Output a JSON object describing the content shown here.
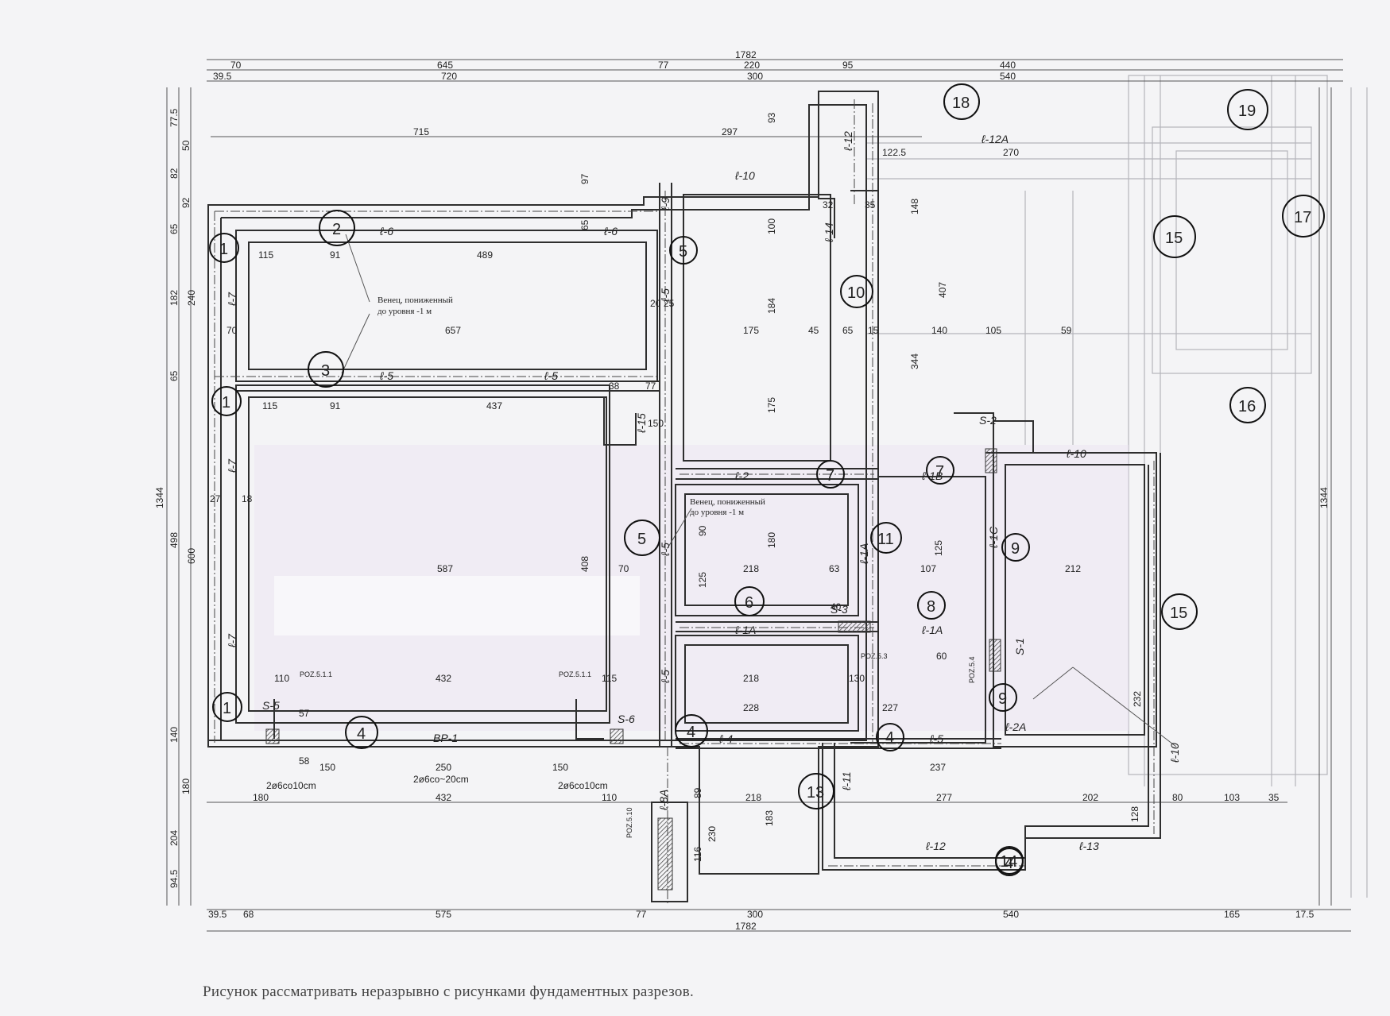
{
  "overall_dims": {
    "top_total": "1782",
    "bottom_total": "1782",
    "left_total": "1344",
    "right_total": "1344"
  },
  "top_row1": [
    "70",
    "645",
    "77",
    "220",
    "95",
    "440"
  ],
  "top_row2": [
    "39.5",
    "720",
    "300",
    "540"
  ],
  "top_row3": [
    "715",
    "297"
  ],
  "bottom_row1": [
    "180",
    "432",
    "110",
    "218",
    "277",
    "202",
    "103",
    "35"
  ],
  "bottom_row2": [
    "39.5",
    "68",
    "575",
    "77",
    "300",
    "540",
    "165",
    "17.5"
  ],
  "left_dims": [
    "77.5",
    "50",
    "82",
    "92",
    "65",
    "182",
    "65",
    "498",
    "140",
    "180",
    "204",
    "94.5"
  ],
  "inner_dims": {
    "r1": [
      "115",
      "91",
      "489"
    ],
    "r2": [
      "70",
      "657"
    ],
    "r3": [
      "115",
      "91",
      "437"
    ],
    "r4": [
      "587",
      "70"
    ],
    "r5": [
      "110",
      "432",
      "115"
    ],
    "r6": [
      "150",
      "250",
      "150"
    ],
    "rebar": [
      "2ø6co10cm",
      "2ø6co~20cm",
      "2ø6co10cm"
    ],
    "mid": [
      "175",
      "45",
      "65",
      "15",
      "218",
      "63",
      "218",
      "130",
      "228",
      "227",
      "107",
      "125",
      "237",
      "212",
      "232",
      "128",
      "80"
    ],
    "misc": [
      "240",
      "600",
      "408",
      "184",
      "175",
      "180",
      "125",
      "90",
      "100",
      "148",
      "407",
      "344",
      "122.5",
      "270",
      "140",
      "105",
      "59",
      "97",
      "93",
      "65",
      "89",
      "230",
      "116",
      "183"
    ],
    "small": [
      "20",
      "25",
      "27",
      "18",
      "32",
      "35",
      "38",
      "77",
      "150",
      "40",
      "57",
      "58",
      "60"
    ]
  },
  "beam_labels": [
    "ℓ-6",
    "ℓ-6",
    "ℓ-7",
    "ℓ-7",
    "ℓ-7",
    "ℓ-5",
    "ℓ-5",
    "ℓ-15",
    "ℓ-5",
    "ℓ-5",
    "ℓ-5",
    "ℓ-9",
    "ℓ-10",
    "ℓ-12",
    "ℓ-12A",
    "ℓ-14",
    "ℓ-2",
    "ℓ-1A",
    "ℓ-1A",
    "ℓ-1A",
    "ℓ-1C",
    "ℓ-1B",
    "ℓ-4",
    "ℓ-5",
    "ℓ-2A",
    "ℓ-11",
    "ℓ-8A",
    "ℓ-12",
    "ℓ-13",
    "ℓ-10",
    "ℓ-10",
    "S-2",
    "S-3",
    "S-1",
    "S-5",
    "S-6",
    "BP-1"
  ],
  "pos_labels": [
    "POZ.5.1.1",
    "POZ.5.1.1",
    "POZ.5.3",
    "POZ.5.4",
    "POZ.5.10"
  ],
  "notes": {
    "note1_line1": "Венец, пониженный",
    "note1_line2": "до уровня -1 м",
    "note2_line1": "Венец, пониженный",
    "note2_line2": "до уровня -1 м"
  },
  "circled_tags": [
    "1",
    "1",
    "1",
    "2",
    "3",
    "4",
    "4",
    "4",
    "4",
    "5",
    "5",
    "6",
    "7",
    "7",
    "8",
    "9",
    "9",
    "10",
    "11",
    "13",
    "14",
    "15",
    "15",
    "16",
    "17",
    "18",
    "19"
  ],
  "caption": "Рисунок рассматривать неразрывно с рисунками фундаментных разрезов.",
  "colors": {
    "line": "#3a3a3a",
    "faint": "#9a9aa0",
    "paper": "#f4f4f6",
    "smudge": "#e8e2f0",
    "hatch": "#555"
  }
}
